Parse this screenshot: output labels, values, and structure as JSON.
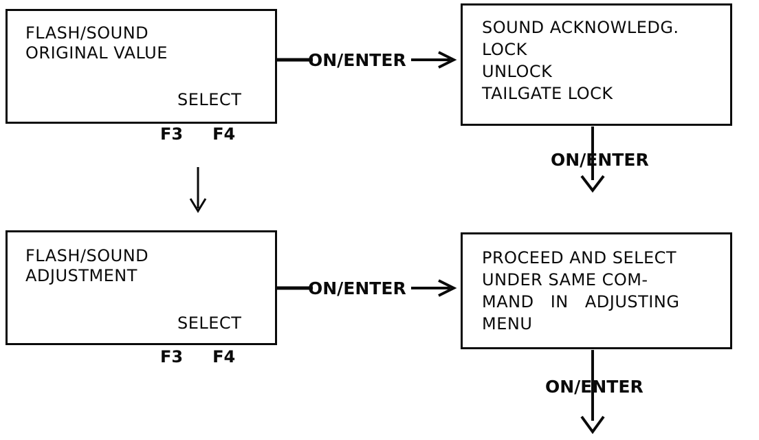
{
  "colors": {
    "ink": "#0a0a0a",
    "paper": "#ffffff"
  },
  "boxes": {
    "top_left": {
      "lines": [
        "FLASH/SOUND",
        "ORIGINAL VALUE"
      ],
      "select_label": "SELECT",
      "keys": [
        "F3",
        "F4"
      ]
    },
    "top_right": {
      "lines": [
        "SOUND ACKNOWLEDG.",
        "LOCK",
        "UNLOCK",
        "TAILGATE LOCK"
      ]
    },
    "bottom_left": {
      "lines": [
        "FLASH/SOUND",
        "ADJUSTMENT"
      ],
      "select_label": "SELECT",
      "keys": [
        "F3",
        "F4"
      ]
    },
    "bottom_right": {
      "lines": [
        "PROCEED AND SELECT",
        "UNDER SAME COM-",
        "MAND IN ADJUSTING",
        "MENU"
      ]
    }
  },
  "connectors": {
    "top_left_to_top_right": "ON/ENTER",
    "top_right_down": "ON/ENTER",
    "bottom_left_to_bottom_right": "ON/ENTER",
    "bottom_right_down": "ON/ENTER"
  }
}
